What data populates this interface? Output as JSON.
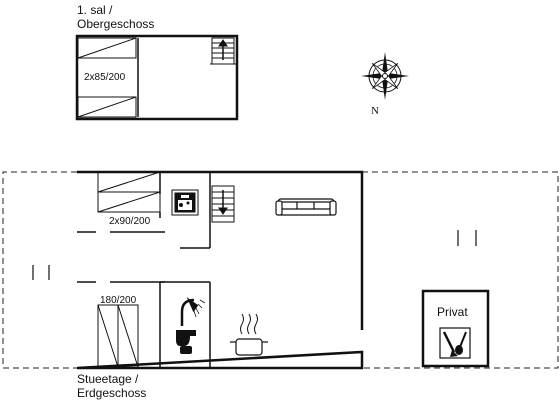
{
  "floors": {
    "upper": {
      "title_line1": "1. sal /",
      "title_line2": "Obergeschoss",
      "bed_label": "2x85/200"
    },
    "ground": {
      "title_line1": "Stueetage /",
      "title_line2": "Erdgeschoss",
      "bunk_label": "2x90/200",
      "double_bed_label": "180/200",
      "private_room_label": "Privat"
    }
  },
  "compass": {
    "north_label": "N"
  },
  "icons": [
    "stairs-up-icon",
    "stairs-down-icon",
    "sofa-icon",
    "washing-machine-icon",
    "shower-icon",
    "toilet-icon",
    "cooking-pot-icon",
    "cleaning-tools-icon",
    "compass-rose-icon"
  ],
  "colors": {
    "line": "#111111",
    "background": "#ffffff"
  }
}
